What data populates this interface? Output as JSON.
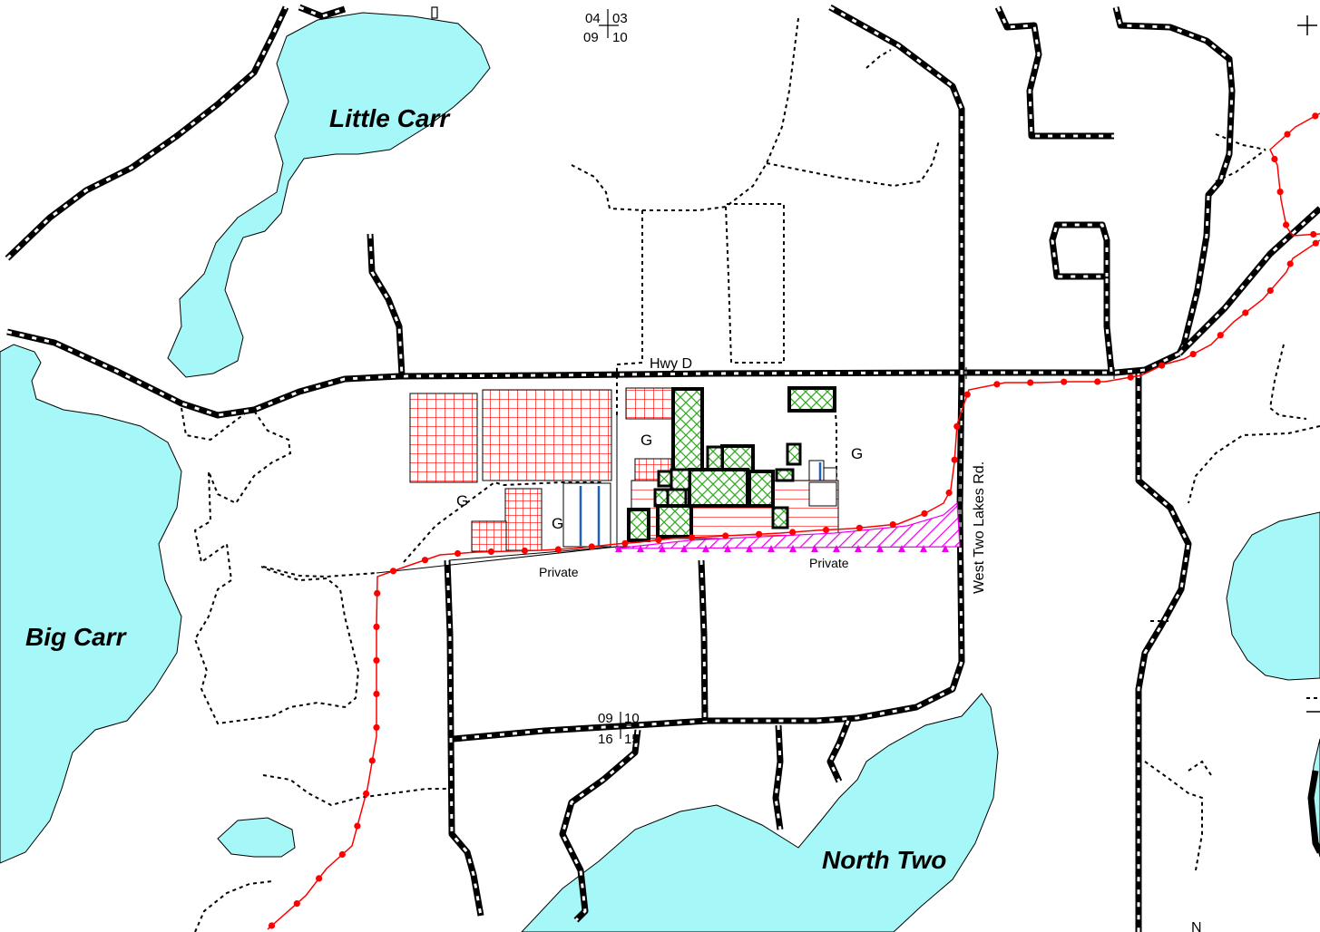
{
  "map": {
    "lakes": [
      {
        "id": "little-carr",
        "name": "Little Carr"
      },
      {
        "id": "big-carr",
        "name": "Big Carr"
      },
      {
        "id": "north-two",
        "name": "North Two"
      }
    ],
    "roads": {
      "hwy": "Hwy D",
      "west_two_lakes": "West Two Lakes Rd."
    },
    "ownership": {
      "private_left": "Private",
      "private_right": "Private"
    },
    "zone_g_labels": [
      "G",
      "G",
      "G",
      "G"
    ],
    "section_corners": {
      "top": {
        "nw": "04",
        "ne": "03",
        "sw": "09",
        "se": "10"
      },
      "bottom": {
        "nw": "09",
        "ne": "10",
        "sw": "16",
        "se": "15"
      }
    },
    "compass_letter": "N",
    "colors": {
      "water": "#a6f7f7",
      "red_grid": "#ff0000",
      "green_hatch": "#33aa22",
      "magenta_hatch": "#ee00ee",
      "blue_parcel": "#1f5fbf"
    }
  }
}
